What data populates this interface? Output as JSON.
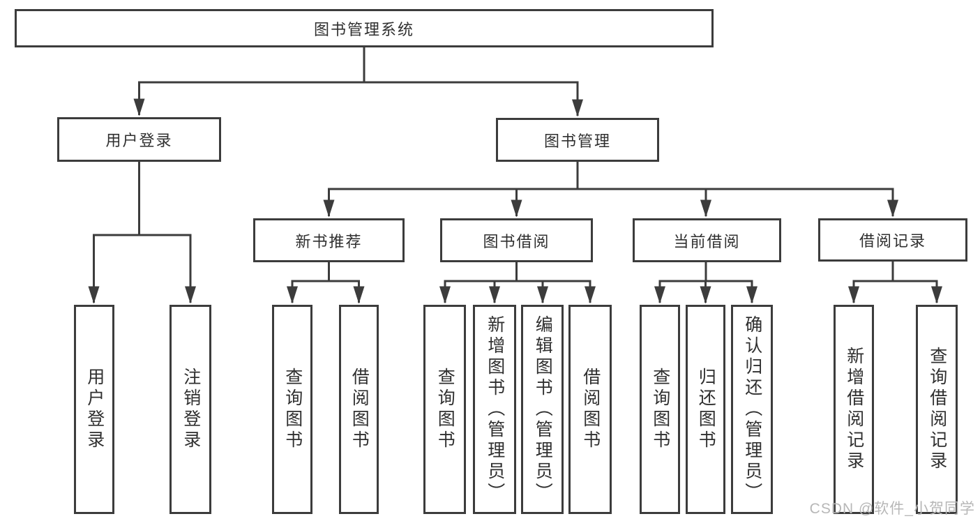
{
  "diagram": {
    "root": {
      "label": "图书管理系统"
    },
    "level2": [
      {
        "label": "用户登录",
        "children": [
          {
            "label": "用户登录"
          },
          {
            "label": "注销登录"
          }
        ]
      },
      {
        "label": "图书管理",
        "children": [
          {
            "label": "新书推荐",
            "children": [
              {
                "label": "查询图书"
              },
              {
                "label": "借阅图书"
              }
            ]
          },
          {
            "label": "图书借阅",
            "children": [
              {
                "label": "查询图书"
              },
              {
                "label": "新增图书（管理员）"
              },
              {
                "label": "编辑图书（管理员）"
              },
              {
                "label": "借阅图书"
              }
            ]
          },
          {
            "label": "当前借阅",
            "children": [
              {
                "label": "查询图书"
              },
              {
                "label": "归还图书"
              },
              {
                "label": "确认归还（管理员）"
              }
            ]
          },
          {
            "label": "借阅记录",
            "children": [
              {
                "label": "新增借阅记录"
              },
              {
                "label": "查询借阅记录"
              }
            ]
          }
        ]
      }
    ]
  },
  "watermark": {
    "text": "CSDN @软件_小贺同学"
  },
  "colors": {
    "line": "#3c3c3c",
    "text": "#2f2f2f",
    "background": "#ffffff",
    "watermark": "#b7b7b7"
  }
}
